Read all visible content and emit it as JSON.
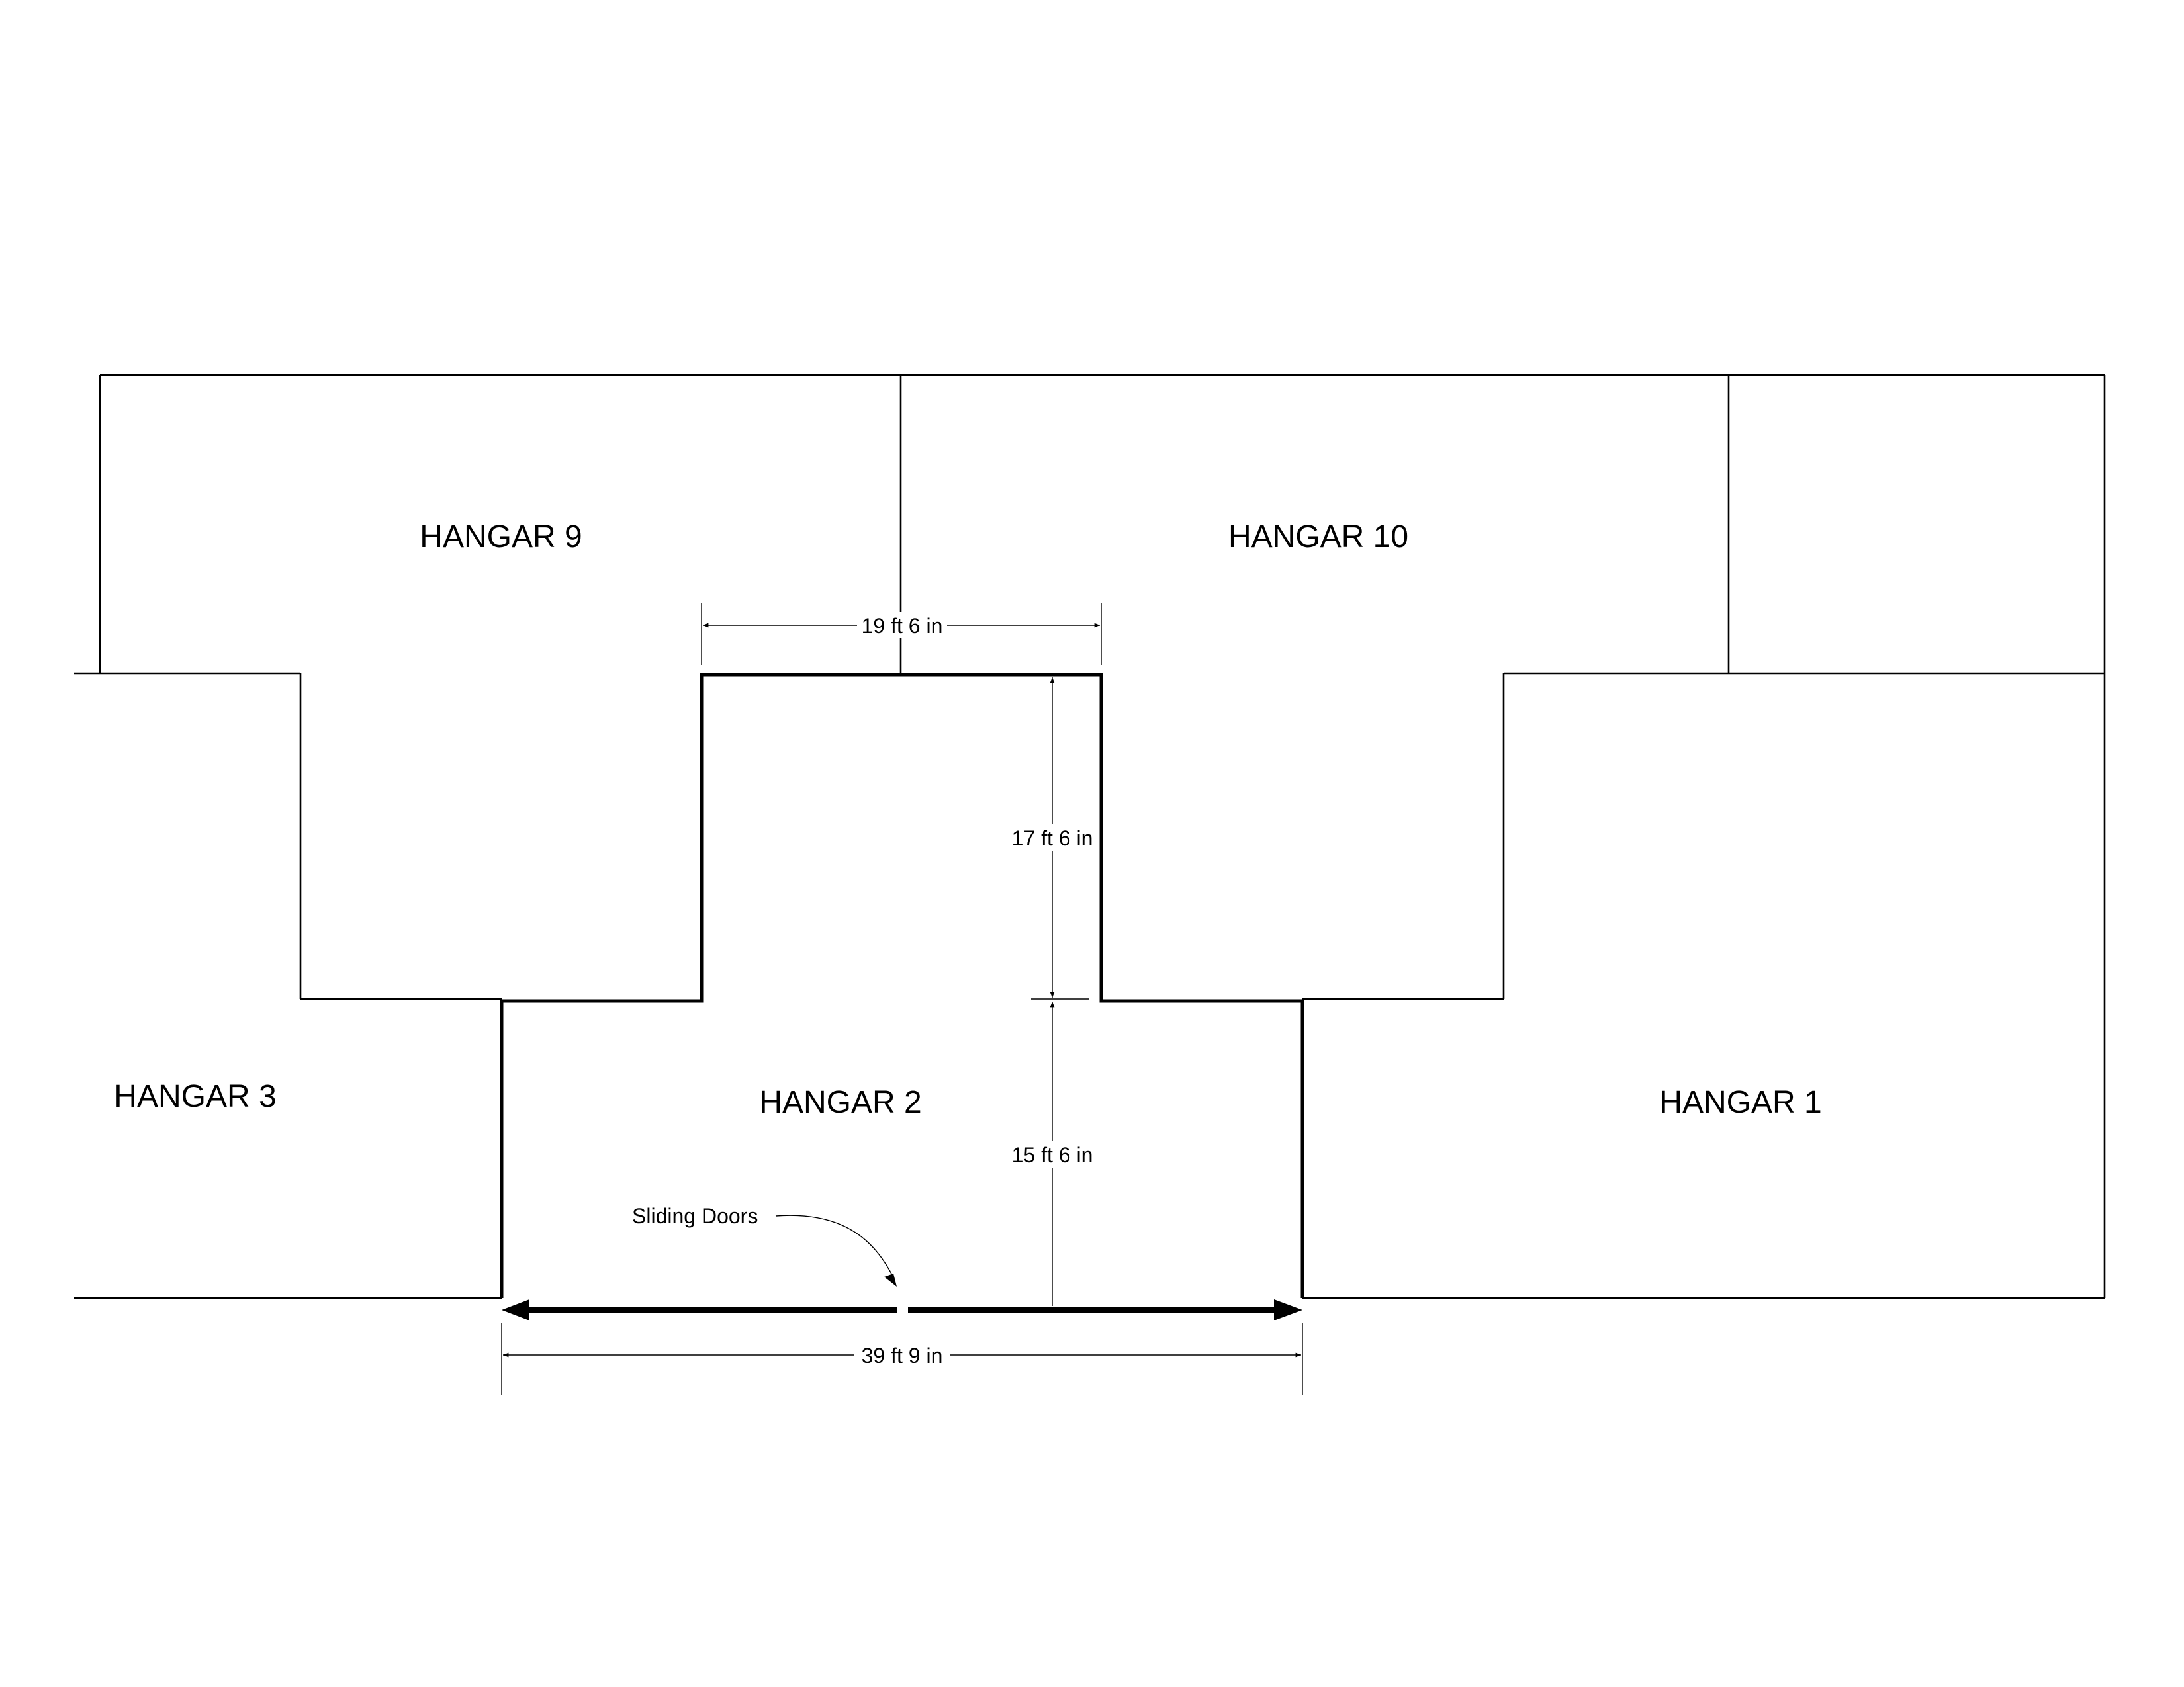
{
  "hangars": {
    "hangar_9": "HANGAR 9",
    "hangar_10": "HANGAR 10",
    "hangar_3": "HANGAR 3",
    "hangar_2": "HANGAR 2",
    "hangar_1": "HANGAR 1"
  },
  "dimensions": {
    "top_width": "19 ft 6 in",
    "upper_depth": "17 ft 6 in",
    "lower_depth": "15 ft 6 in",
    "door_width": "39 ft 9 in"
  },
  "annotations": {
    "sliding_doors": "Sliding Doors"
  },
  "colors": {
    "line": "#000000",
    "background": "#ffffff"
  }
}
